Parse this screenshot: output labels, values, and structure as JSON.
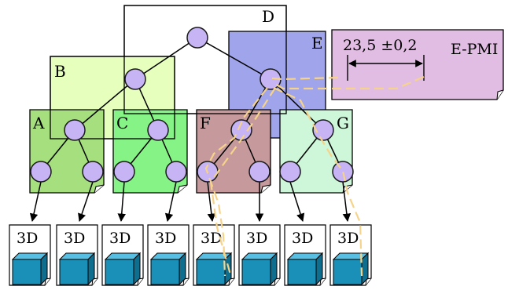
{
  "groups": {
    "D": {
      "label": "D",
      "color": "#ffffff"
    },
    "E": {
      "label": "E",
      "color": "#8f94e6"
    },
    "B": {
      "label": "B",
      "color": "#e2ffb0"
    },
    "A": {
      "label": "A",
      "color": "#a6e07e"
    },
    "C": {
      "label": "C",
      "color": "#86f386"
    },
    "F": {
      "label": "F",
      "color": "#c69a9c"
    },
    "G": {
      "label": "G",
      "color": "#cdf7d8"
    }
  },
  "pmi": {
    "label": "E-PMI",
    "dimension": "23,5 ±0,2",
    "color": "#e2bde3"
  },
  "models": [
    "3D",
    "3D",
    "3D",
    "3D",
    "3D",
    "3D",
    "3D",
    "3D"
  ],
  "colors": {
    "node_fill": "#c6b4f5",
    "cube_front": "#1a8fb8",
    "cube_top": "#58bfe2",
    "cube_side": "#0f6d8e",
    "highlight_path": "#f6d38a"
  }
}
